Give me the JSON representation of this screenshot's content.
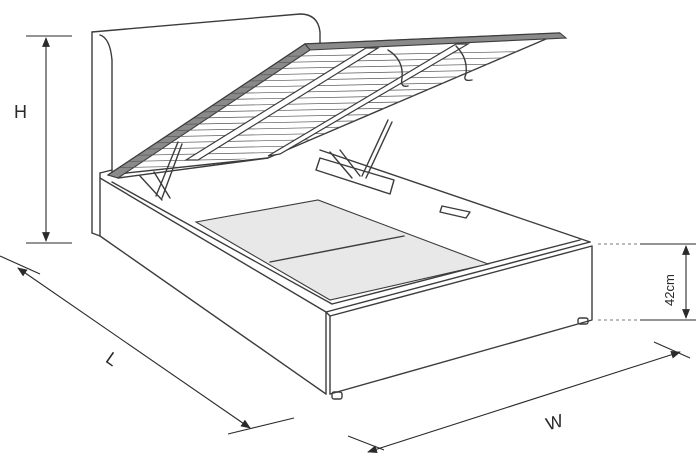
{
  "labels": {
    "height": "H",
    "length": "L",
    "width": "W",
    "storage_height": "42cm"
  },
  "colors": {
    "line": "#3c3c3c",
    "lid_top": "#8a8a8a",
    "storage_floor": "#e8e8e8",
    "background": "#ffffff"
  }
}
